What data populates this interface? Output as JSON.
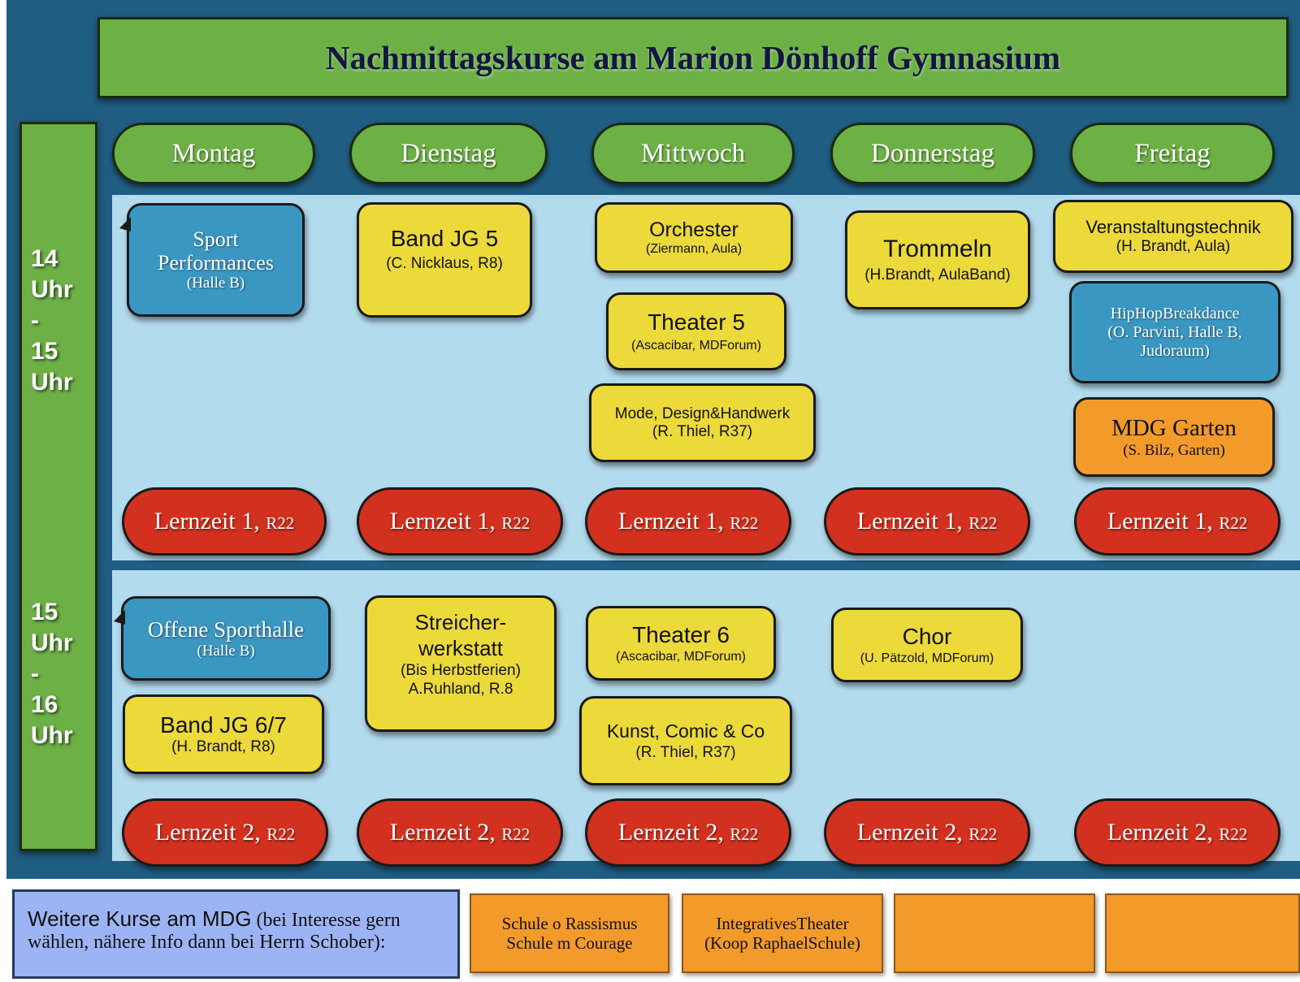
{
  "title": "Nachmittagskurse am Marion Dönhoff Gymnasium",
  "time_slots": [
    {
      "label": "14\nUhr\n-\n15\nUhr"
    },
    {
      "label": "15\nUhr\n-\n16\nUhr"
    }
  ],
  "days": [
    "Montag",
    "Dienstag",
    "Mittwoch",
    "Donnerstag",
    "Freitag"
  ],
  "courses": {
    "sport_performances": {
      "title": "Sport\nPerformances",
      "sub": "(Halle B)"
    },
    "band_jg5": {
      "title": "Band JG 5",
      "sub": "(C. Nicklaus, R8)"
    },
    "orchester": {
      "title": "Orchester",
      "sub": "(Ziermann, Aula)"
    },
    "theater5": {
      "title": "Theater 5",
      "sub": "(Ascacibar, MDForum)"
    },
    "mode": {
      "title": "Mode, Design&Handwerk",
      "sub": "(R. Thiel, R37)"
    },
    "trommeln": {
      "title": "Trommeln",
      "sub": "(H.Brandt, AulaBand)"
    },
    "veranstaltung": {
      "title": "Veranstaltungstechnik",
      "sub": "(H. Brandt, Aula)"
    },
    "hiphop": {
      "title": "HipHopBreakdance\n(O. Parvini, Halle B,\nJudoraum)"
    },
    "garten": {
      "title": "MDG Garten",
      "sub": "(S. Bilz, Garten)"
    },
    "offene_sporthalle": {
      "title": "Offene Sporthalle",
      "sub": "(Halle B)"
    },
    "band_jg67": {
      "title": "Band JG 6/7",
      "sub": "(H. Brandt, R8)"
    },
    "streicher": {
      "title": "Streicher-\nwerkstatt",
      "sub": "(Bis Herbstferien)\nA.Ruhland, R.8"
    },
    "theater6": {
      "title": "Theater 6",
      "sub": "(Ascacibar, MDForum)"
    },
    "kunst": {
      "title": "Kunst, Comic & Co",
      "sub": "(R. Thiel, R37)"
    },
    "chor": {
      "title": "Chor",
      "sub": "(U. Pätzold, MDForum)"
    }
  },
  "lernzeit1": {
    "main": "Lernzeit 1, ",
    "room": "R22"
  },
  "lernzeit2": {
    "main": "Lernzeit 2, ",
    "room": "R22"
  },
  "footer": {
    "main": "Weitere Kurse am MDG",
    "note_a": " (bei Interesse gern",
    "note_b": "wählen, nähere Info dann bei Herrn Schober):",
    "extra1": {
      "line1": "Schule o Rassismus",
      "line2": "Schule m Courage"
    },
    "extra2": {
      "line1": "IntegrativesTheater",
      "line2": "(Koop RaphaelSchule)"
    }
  },
  "colors": {
    "green": "#6db046",
    "blue_bg": "#1f5d82",
    "light_blue": "#b3dbee",
    "yellow": "#ecd93a",
    "blue_card": "#3a97c2",
    "orange": "#f29a2a",
    "red": "#d2311f"
  }
}
